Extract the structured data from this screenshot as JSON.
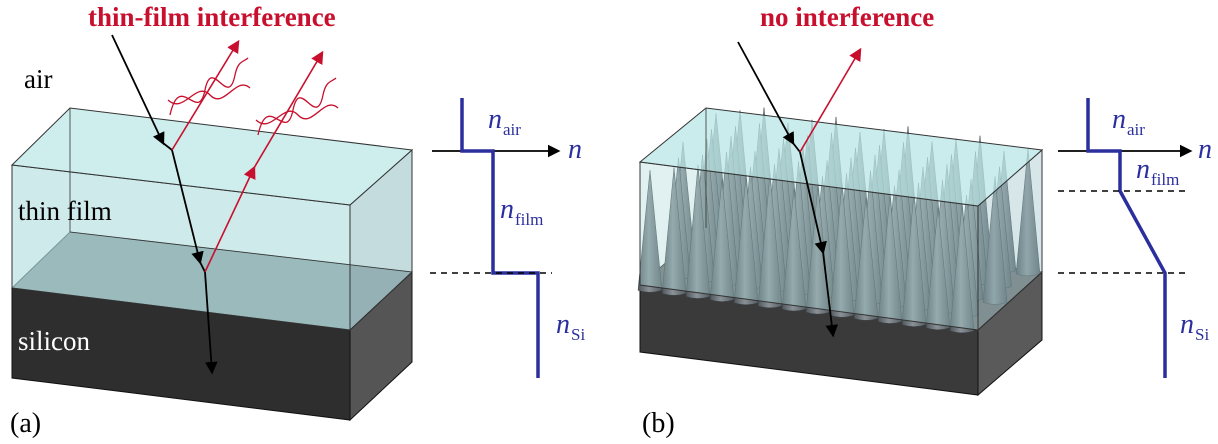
{
  "panel_a": {
    "title": "thin-film interference",
    "label_air": "air",
    "label_film": "thin film",
    "label_silicon": "silicon",
    "panel_label": "(a)",
    "n_symbol": "n",
    "n_axis_label": "n",
    "sub_air": "air",
    "sub_film": "film",
    "sub_si": "Si"
  },
  "panel_b": {
    "title": "no interference",
    "panel_label": "(b)",
    "n_symbol": "n",
    "n_axis_label": "n",
    "sub_air": "air",
    "sub_film": "film",
    "sub_si": "Si"
  },
  "colors": {
    "title_red": "#c8102e",
    "ray_red": "#c8102e",
    "profile_blue": "#2b2f9e",
    "film_fill": "#a8d8d8",
    "silicon_front": "#333333",
    "silicon_side": "#555555",
    "cone": "#6b7378"
  }
}
